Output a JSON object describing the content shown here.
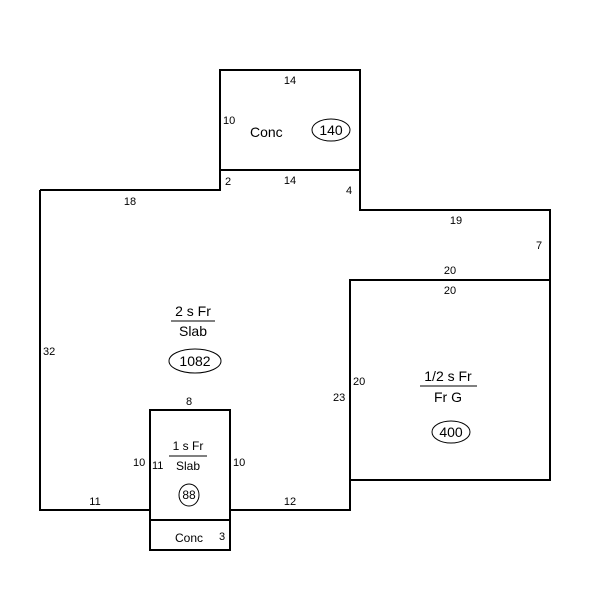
{
  "sections": {
    "main": {
      "line1": "2 s Fr",
      "line2": "Slab",
      "area": "1082"
    },
    "garage": {
      "line1": "1/2 s Fr",
      "line2": "Fr G",
      "area": "400"
    },
    "addition": {
      "line1": "1 s Fr",
      "line2": "Slab",
      "area": "88"
    },
    "top_porch": {
      "label": "Conc",
      "area": "140"
    },
    "bottom_porch": {
      "label": "Conc"
    }
  },
  "dimensions": {
    "top_porch_top": "14",
    "top_porch_left": "10",
    "top_porch_bottom": "14",
    "step_left": "2",
    "step_right": "4",
    "main_top": "18",
    "main_left": "32",
    "right_top": "19",
    "right_side": "7",
    "garage_top_outer": "20",
    "garage_top_inner": "20",
    "garage_left_outer": "23",
    "garage_left_inner": "20",
    "addition_top": "8",
    "addition_left_outer": "10",
    "addition_left_inner": "11",
    "addition_right": "10",
    "bottom_left": "11",
    "bottom_right": "12",
    "bottom_porch_side": "3"
  }
}
